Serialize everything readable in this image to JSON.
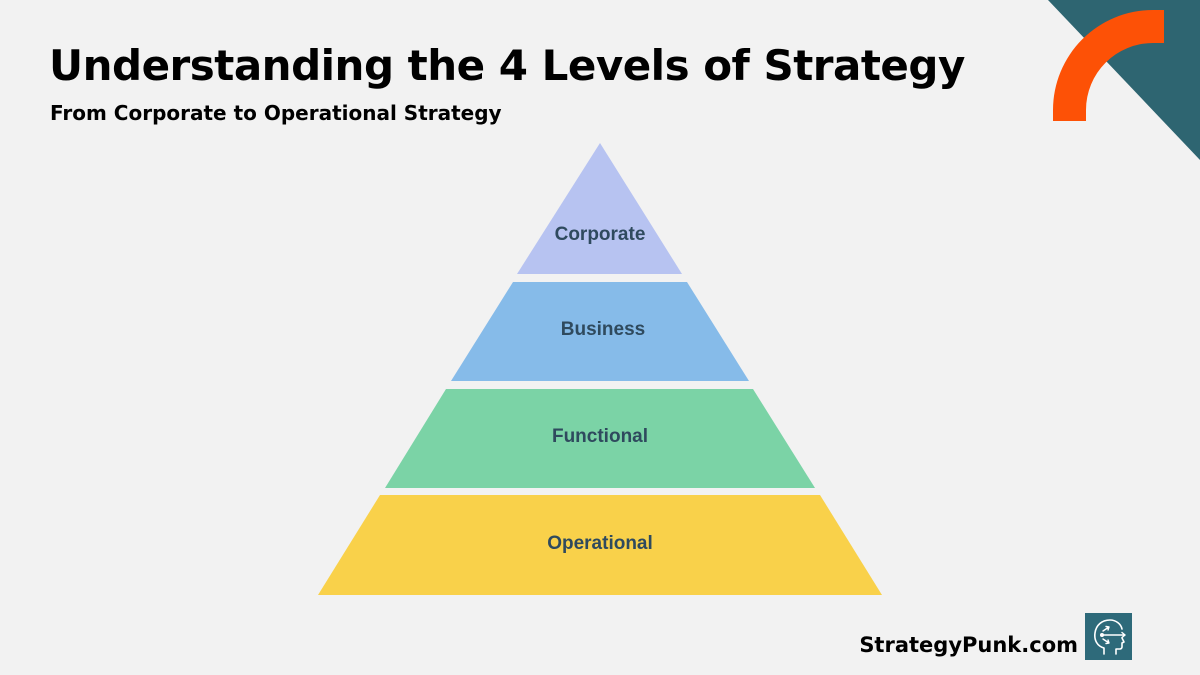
{
  "header": {
    "title": "Understanding the 4 Levels of Strategy",
    "subtitle": "From Corporate to Operational Strategy"
  },
  "pyramid": {
    "levels": [
      {
        "label": "Corporate",
        "color": "#b7c3f1"
      },
      {
        "label": "Business",
        "color": "#86bbe9"
      },
      {
        "label": "Functional",
        "color": "#7bd3a6"
      },
      {
        "label": "Operational",
        "color": "#f9d14a"
      }
    ]
  },
  "footer": {
    "brand": "StrategyPunk.com",
    "logo_icon": "head-arrows-icon"
  },
  "colors": {
    "background": "#f2f2f2",
    "corner_teal": "#2e6571",
    "corner_orange": "#fd5106",
    "label_text": "#2f4a5e",
    "logo_bg": "#2e6a7a"
  }
}
